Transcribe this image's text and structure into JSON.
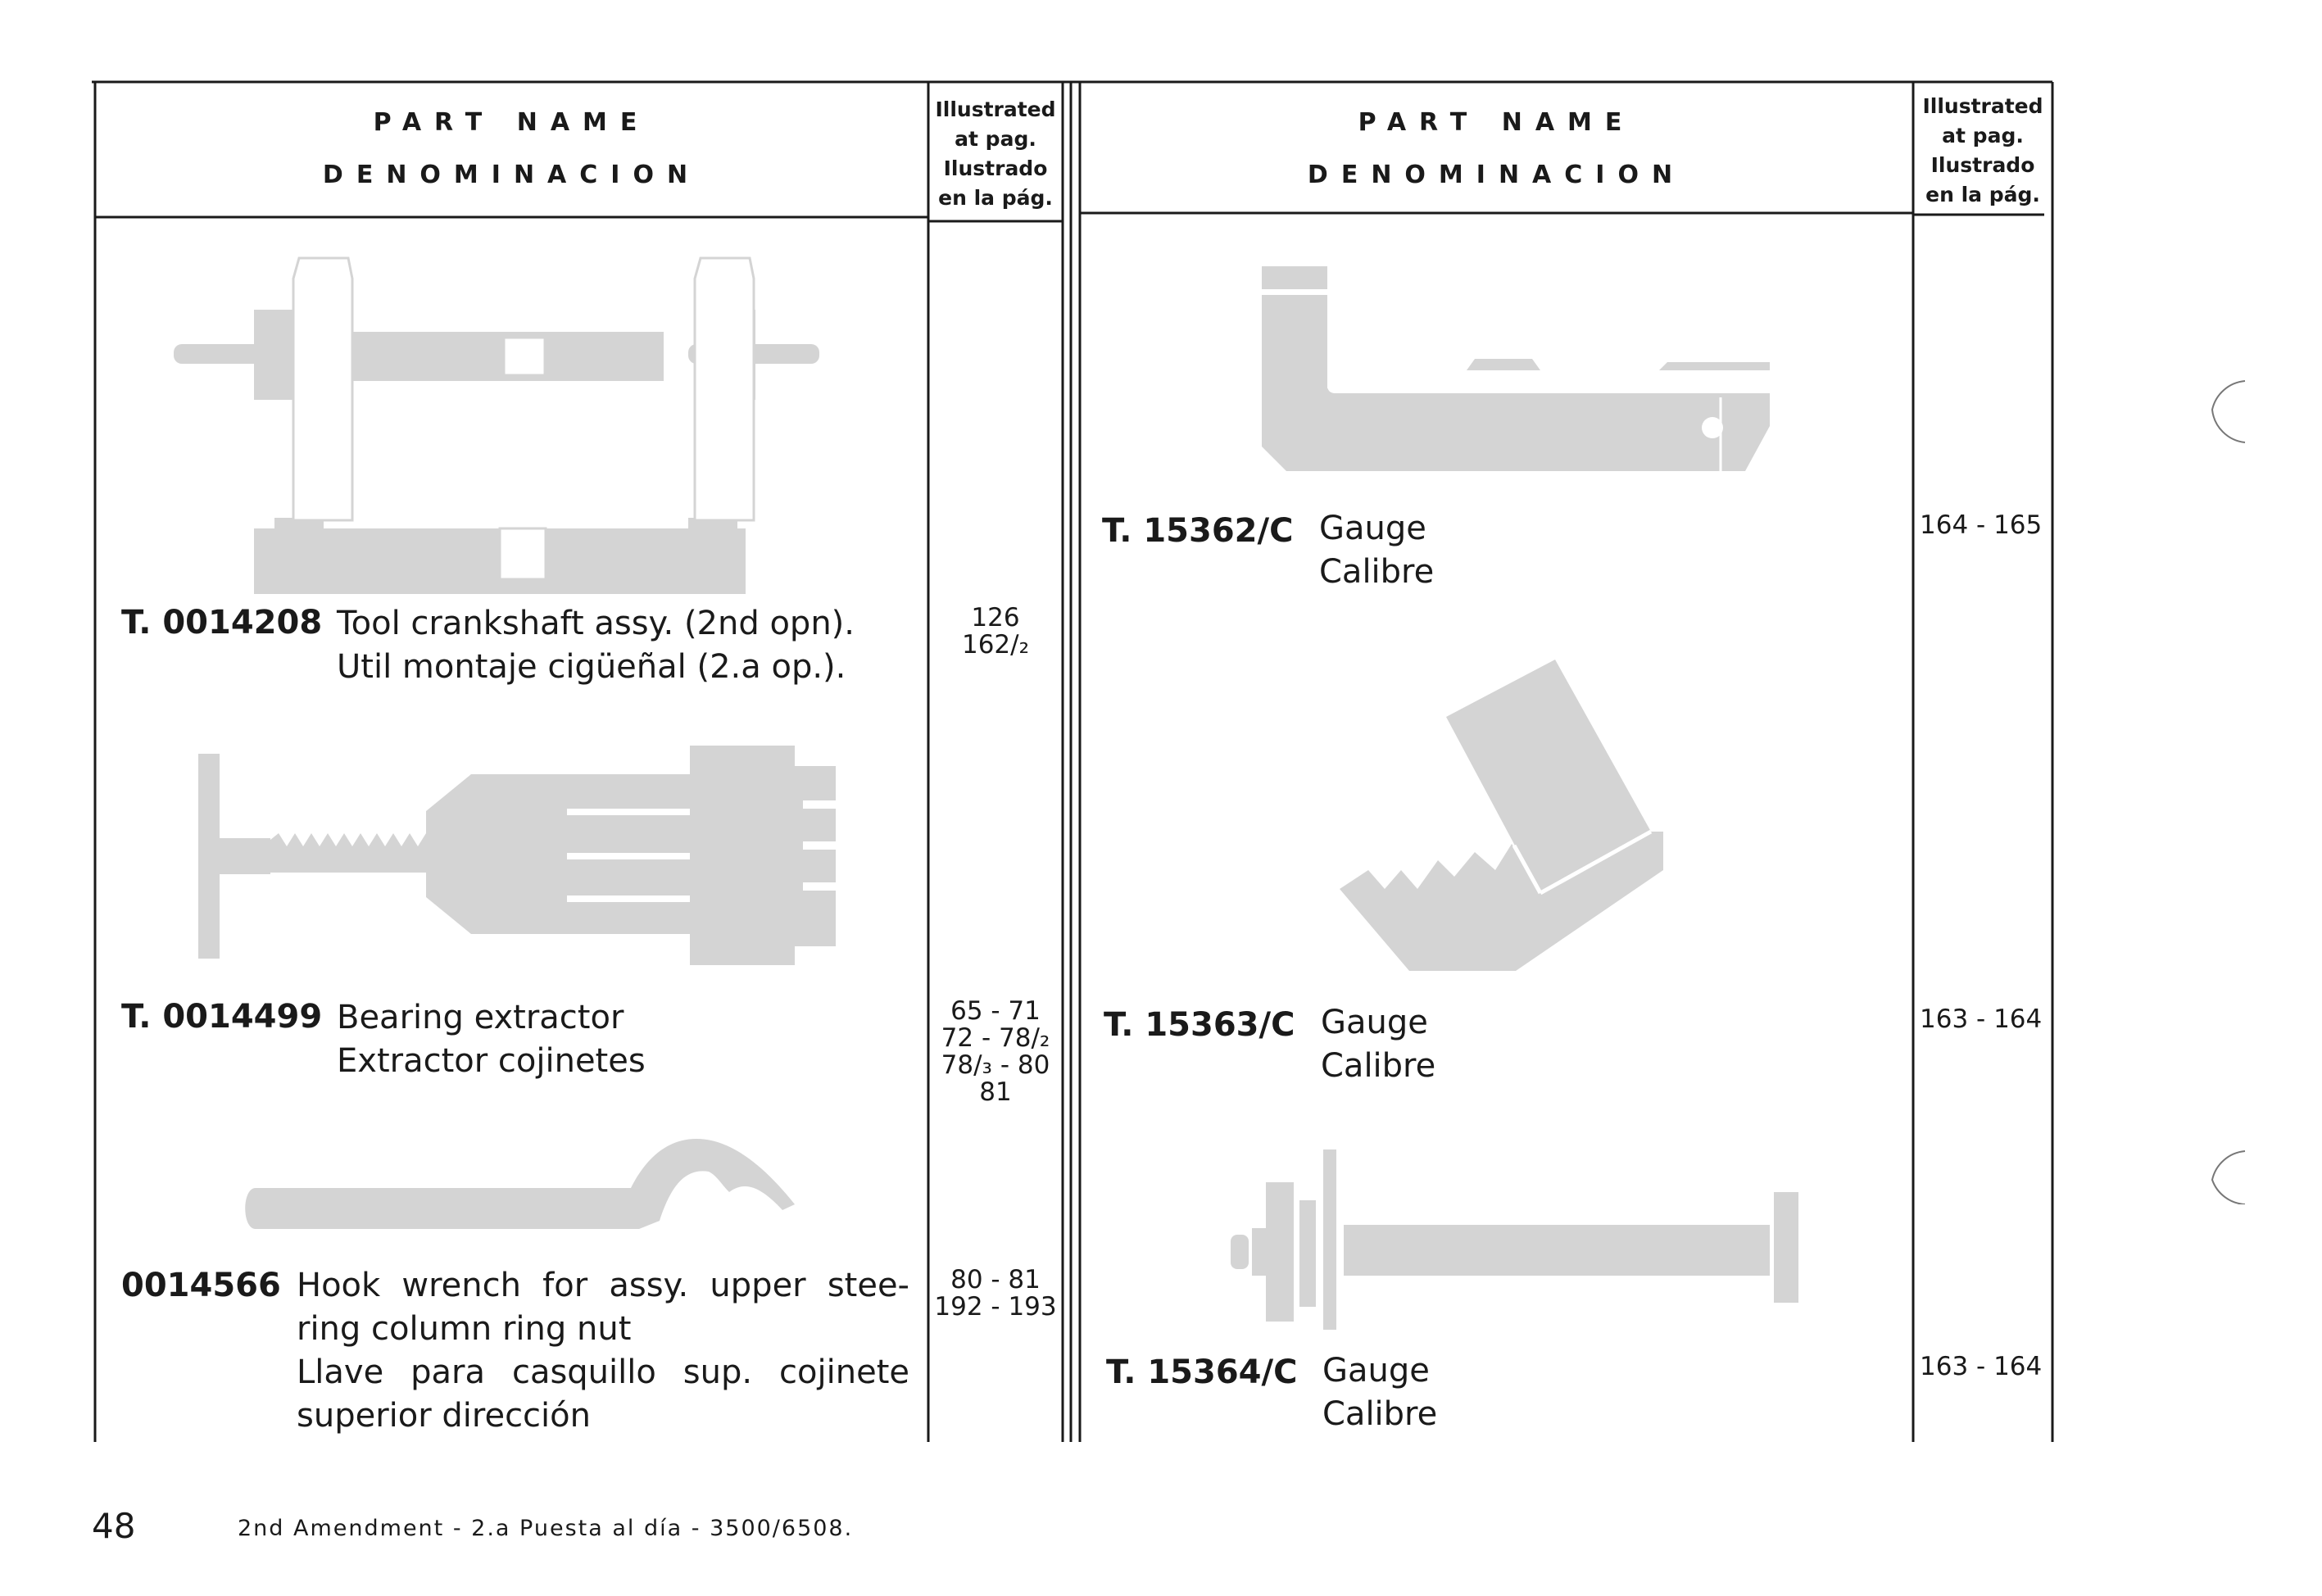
{
  "header": {
    "part_name": "PART NAME",
    "denominacion": "DENOMINACION",
    "illustrated_lines": [
      "Illustrated",
      "at pag.",
      "Ilustrado",
      "en la pág."
    ]
  },
  "left_items": [
    {
      "code": "T. 0014208",
      "lines": [
        "Tool crankshaft assy. (2nd opn).",
        "Util montaje cigüeñal (2.a op.)."
      ],
      "pages": [
        "126",
        "162/₂"
      ],
      "icon": "crankshaft-tool-icon"
    },
    {
      "code": "T. 0014499",
      "lines": [
        "Bearing extractor",
        "Extractor cojinetes"
      ],
      "pages": [
        "65 - 71",
        "72 - 78/₂",
        "78/₃ - 80",
        "81"
      ],
      "icon": "bearing-extractor-icon"
    },
    {
      "code": "0014566",
      "lines": [
        "Hook wrench for assy. upper stee-",
        "ring column ring nut",
        "Llave para casquillo sup. cojinete",
        "superior dirección"
      ],
      "pages": [
        "80 - 81",
        "192 - 193"
      ],
      "icon": "hook-wrench-icon"
    }
  ],
  "right_items": [
    {
      "code": "T. 15362/C",
      "lines": [
        "Gauge",
        "Calibre"
      ],
      "pages": [
        "164 - 165"
      ],
      "icon": "gauge-icon"
    },
    {
      "code": "T. 15363/C",
      "lines": [
        "Gauge",
        "Calibre"
      ],
      "pages": [
        "163 - 164"
      ],
      "icon": "stepped-gauge-icon"
    },
    {
      "code": "T. 15364/C",
      "lines": [
        "Gauge",
        "Calibre"
      ],
      "pages": [
        "163 - 164"
      ],
      "icon": "shaft-gauge-icon"
    }
  ],
  "footer": {
    "page_number": "48",
    "amendment": "2nd Amendment - 2.a Puesta al día - 3500/6508."
  },
  "colors": {
    "ink": "#1a1a1a",
    "illustration": "#d4d4d4"
  }
}
